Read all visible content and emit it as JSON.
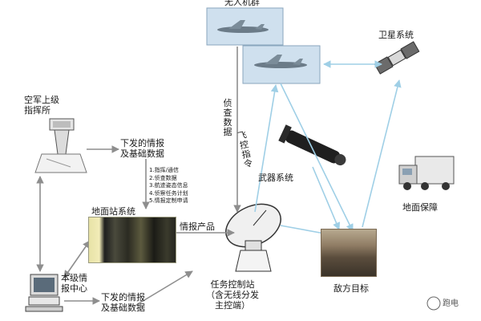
{
  "labels": {
    "uav_title": "无人机群",
    "satellite": "卫星系统",
    "command_post": "空军上级\n指挥所",
    "issued_intel_top": "下发的情报\n及基础数据",
    "ground_station": "地面站系统",
    "intel_products": "情报产品",
    "local_intel_center": "本级情\n报中心",
    "issued_intel_bottom": "下发的情报\n及基础数据",
    "recon_data": "侦查数据",
    "flight_control": "飞控指令",
    "weapon_system": "武器系统",
    "ground_support": "地面保障",
    "enemy_target": "敌方目标",
    "mission_control": "任务控制站\n（含无线分发\n主控端）",
    "watermark": "跑电"
  },
  "ground_list": [
    "1.指挥/通信",
    "2.侦查数据",
    "3.航迹姿态信息",
    "4.侦察任务计划",
    "5.情报定制申请"
  ],
  "colors": {
    "arrow_gray": "#8e8e8e",
    "arrow_light_blue": "#9fcfe6"
  }
}
